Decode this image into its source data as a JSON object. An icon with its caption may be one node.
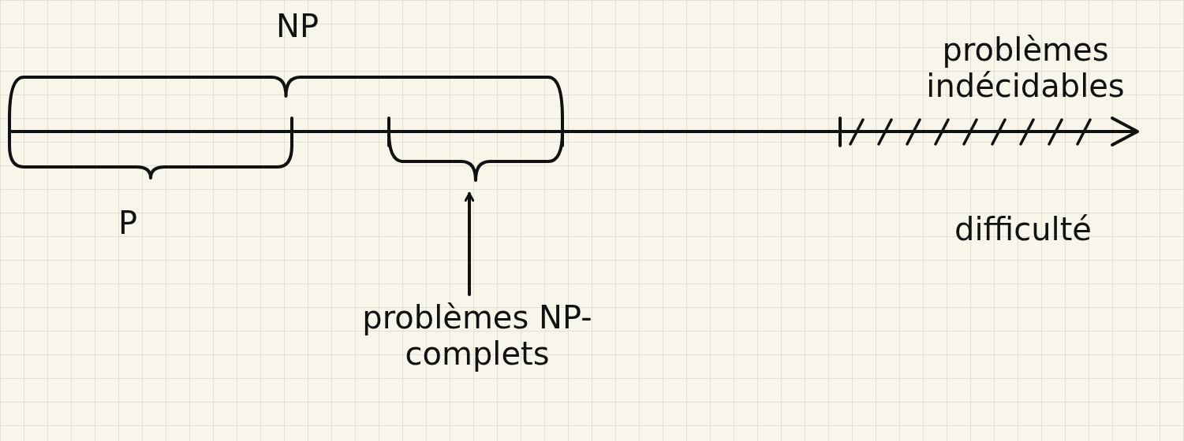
{
  "diagram": {
    "nodes": [
      {
        "text": [
          "problèmes NP-complets"
        ]
      },
      {
        "text": [],
        "shape": "brace"
      }
    ],
    "edges": [
      {
        "from": 0,
        "to": 1,
        "arrow": "to"
      }
    ],
    "labels": [
      "NP",
      "problèmes indécidables",
      "P",
      "difficulté"
    ]
  }
}
